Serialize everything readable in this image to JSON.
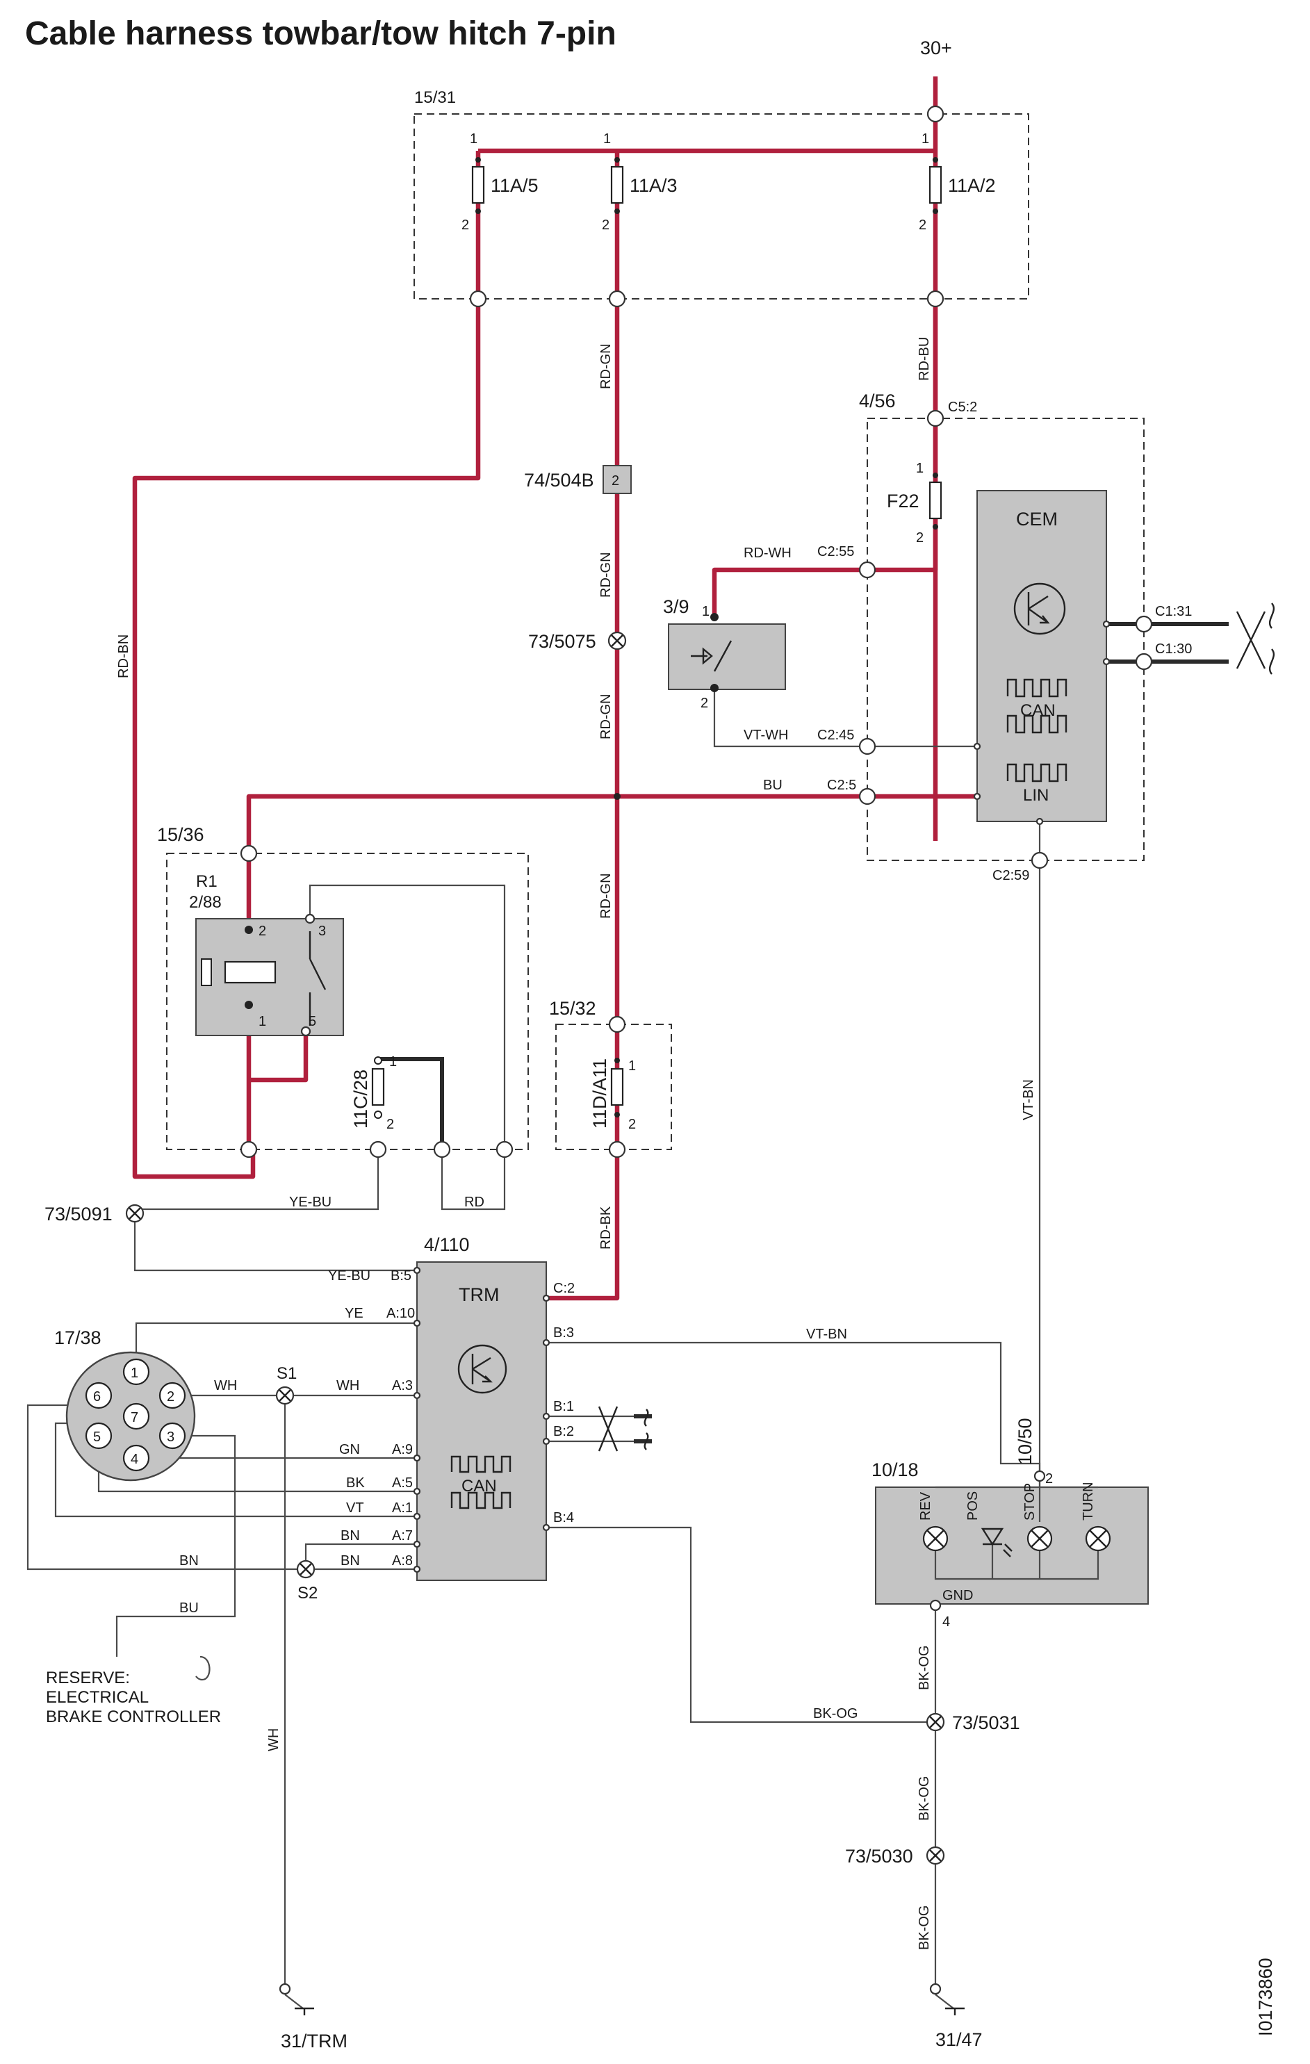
{
  "title": "Cable harness towbar/tow hitch 7-pin",
  "doc_id": "I0173860",
  "supply": "30+",
  "ground_left": "31/TRM",
  "ground_right": "31/47",
  "boxes": {
    "fusebox": "15/31",
    "cem_area": "4/56",
    "relay_area": "15/36",
    "fuse_area": "15/32"
  },
  "modules": {
    "cem": "CEM",
    "trm": "TRM",
    "trm_id": "4/110",
    "socket": "17/38",
    "lamp_unit": "10/18",
    "switch": "3/9",
    "connector_74": "74/504B",
    "conn_pin": "2",
    "relay": "R1",
    "relay_id": "2/88",
    "lamp_conn": "10/50"
  },
  "fuses": {
    "f1": "11A/5",
    "f2": "11A/3",
    "f3": "11A/2",
    "f22": "F22",
    "fc28": "11C/28",
    "fd11": "11D/A11"
  },
  "splices": {
    "s5075": "73/5075",
    "s5091": "73/5091",
    "s5031": "73/5031",
    "s5030": "73/5030",
    "s1": "S1",
    "s2": "S2"
  },
  "wires": {
    "rd_gn": "RD-GN",
    "rd_bu": "RD-BU",
    "rd_bn": "RD-BN",
    "rd_bk": "RD-BK",
    "rd_wh": "RD-WH",
    "vt_wh": "VT-WH",
    "bu": "BU",
    "ye_bu": "YE-BU",
    "rd": "RD",
    "ye": "YE",
    "wh": "WH",
    "gn": "GN",
    "bk": "BK",
    "vt": "VT",
    "bn": "BN",
    "vt_bn": "VT-BN",
    "bk_og": "BK-OG"
  },
  "pins": {
    "c5_2": "C5:2",
    "c2_55": "C2:55",
    "c2_45": "C2:45",
    "c2_5": "C2:5",
    "c2_59": "C2:59",
    "c1_31": "C1:31",
    "c1_30": "C1:30",
    "b5": "B:5",
    "a10": "A:10",
    "a3": "A:3",
    "a9": "A:9",
    "a5": "A:5",
    "a1": "A:1",
    "a7": "A:7",
    "a8": "A:8",
    "c2": "C:2",
    "b3": "B:3",
    "b1": "B:1",
    "b2": "B:2",
    "b4": "B:4",
    "n1": "1",
    "n2": "2",
    "n3": "3",
    "n4": "4",
    "n5": "5",
    "n6": "6",
    "n7": "7"
  },
  "bus": {
    "can": "CAN",
    "lin": "LIN"
  },
  "lamps": {
    "rev": "REV",
    "pos": "POS",
    "stop": "STOP",
    "turn": "TURN",
    "gnd": "GND"
  },
  "reserve": {
    "line1": "RESERVE:",
    "line2": "ELECTRICAL",
    "line3": "BRAKE CONTROLLER"
  }
}
